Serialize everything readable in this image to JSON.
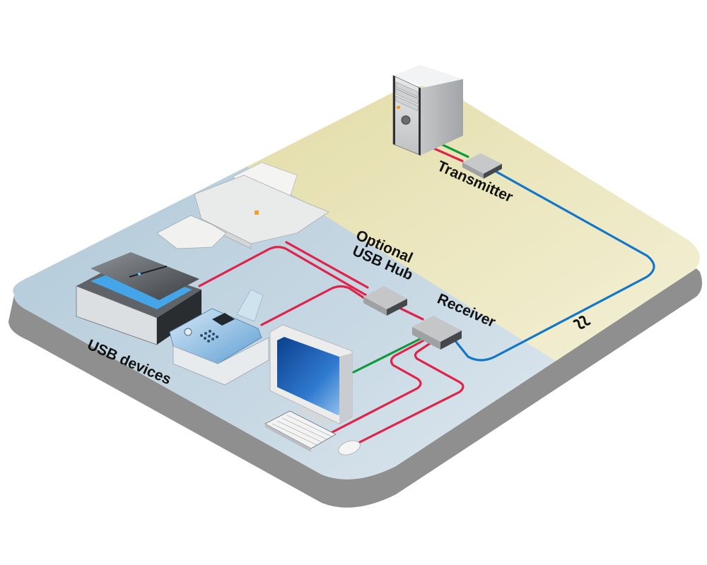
{
  "diagram": {
    "title": "USB extender network topology",
    "labels": {
      "transmitter": "Transmitter",
      "hub_line1": "Optional",
      "hub_line2": "USB Hub",
      "receiver": "Receiver",
      "usb_devices": "USB devices"
    },
    "nodes": [
      {
        "id": "server",
        "kind": "computer-tower"
      },
      {
        "id": "transmitter",
        "kind": "extender-box",
        "label_key": "transmitter"
      },
      {
        "id": "hub",
        "kind": "usb-hub",
        "label_key": "hub"
      },
      {
        "id": "receiver",
        "kind": "extender-box",
        "label_key": "receiver"
      },
      {
        "id": "document-scanner",
        "kind": "usb-device",
        "group": "usb_devices"
      },
      {
        "id": "flatbed-scanner",
        "kind": "usb-device",
        "group": "usb_devices"
      },
      {
        "id": "fax",
        "kind": "usb-device",
        "group": "usb_devices"
      },
      {
        "id": "monitor",
        "kind": "display"
      },
      {
        "id": "keyboard",
        "kind": "usb-input"
      },
      {
        "id": "mouse",
        "kind": "usb-input"
      }
    ],
    "connections": [
      {
        "from": "server",
        "to": "transmitter",
        "type": "usb"
      },
      {
        "from": "server",
        "to": "transmitter",
        "type": "video"
      },
      {
        "from": "transmitter",
        "to": "receiver",
        "type": "long-distance-link",
        "break_marker": true
      },
      {
        "from": "receiver",
        "to": "hub",
        "type": "usb"
      },
      {
        "from": "hub",
        "to": "document-scanner",
        "type": "usb"
      },
      {
        "from": "hub",
        "to": "flatbed-scanner",
        "type": "usb"
      },
      {
        "from": "hub",
        "to": "fax",
        "type": "usb"
      },
      {
        "from": "receiver",
        "to": "monitor",
        "type": "video"
      },
      {
        "from": "receiver",
        "to": "keyboard",
        "type": "usb"
      },
      {
        "from": "receiver",
        "to": "mouse",
        "type": "usb"
      }
    ],
    "colors": {
      "usb_cable": "#e0234a",
      "video_cable": "#109a3c",
      "link_cable": "#1377c8",
      "zone_remote": "#b9cfdc",
      "zone_local": "#e9e5b8",
      "platform_edge": "#8f8f8f",
      "box_top": "#c6c8ca",
      "box_side": "#55585c"
    }
  }
}
